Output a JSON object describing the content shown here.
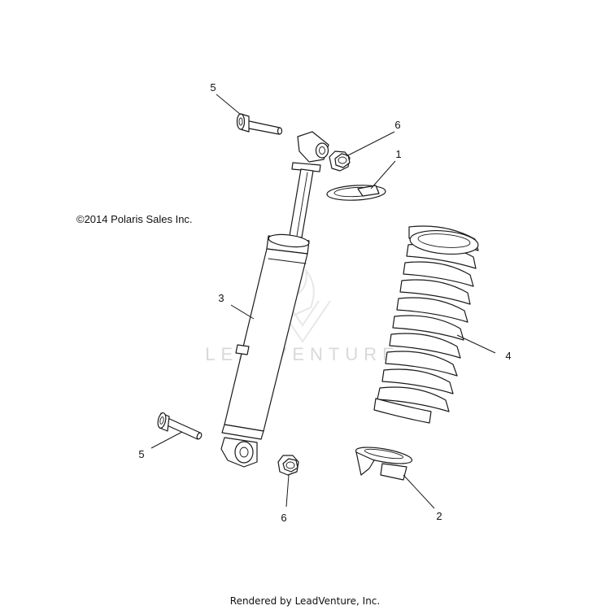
{
  "copyright": "©2014 Polaris Sales Inc.",
  "footer": "Rendered by LeadVenture, Inc.",
  "watermark": "LEADVENTURE",
  "callouts": {
    "c1": "1",
    "c2": "2",
    "c3": "3",
    "c4": "4",
    "c5_top": "5",
    "c5_bottom": "5",
    "c6_top": "6",
    "c6_bottom": "6"
  }
}
